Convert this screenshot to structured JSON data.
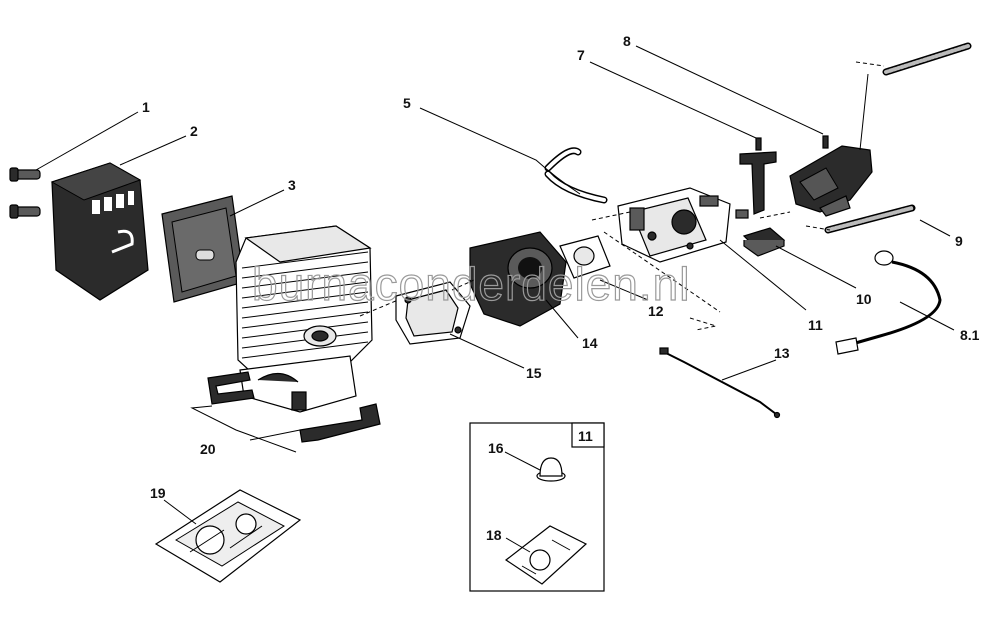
{
  "watermark": "burnaconderdelen.nl",
  "labels": {
    "p1": "1",
    "p2": "2",
    "p3": "3",
    "p5": "5",
    "p7": "7",
    "p8": "8",
    "p9": "9",
    "p10": "10",
    "p11": "11",
    "p12": "12",
    "p13": "13",
    "p14": "14",
    "p15": "15",
    "p16": "16",
    "p18": "18",
    "p19": "19",
    "p20": "20",
    "p8_1": "8.1"
  },
  "inset": {
    "number": "11"
  }
}
